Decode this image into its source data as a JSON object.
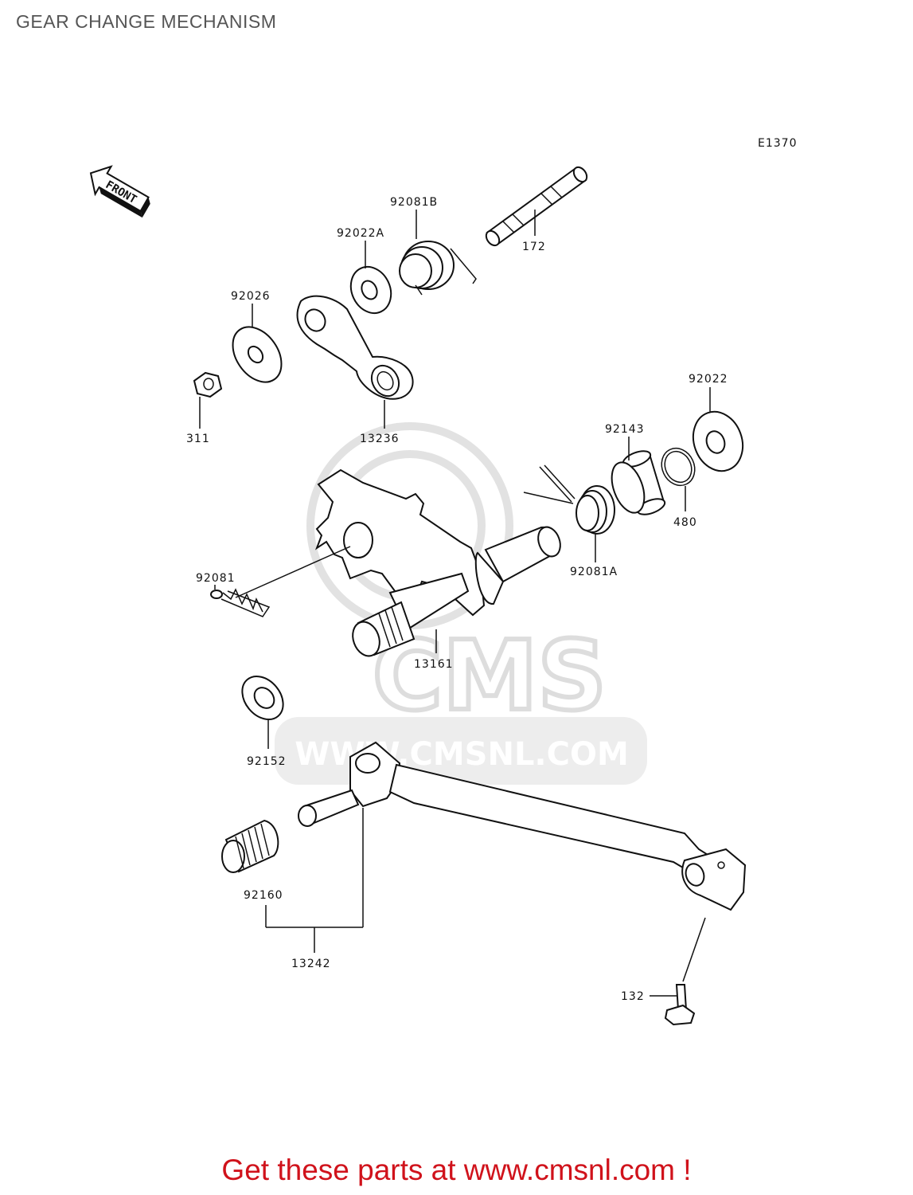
{
  "page": {
    "title": "GEAR CHANGE MECHANISM",
    "cta": "Get these parts at www.cmsnl.com !"
  },
  "diagram": {
    "code": "E1370",
    "front_label": "FRONT",
    "watermark_brand": "CMS",
    "watermark_url": "WWW.CMSNL.COM",
    "parts": {
      "p172": "172",
      "p92081B": "92081B",
      "p92022A": "92022A",
      "p92026": "92026",
      "p311": "311",
      "p13236": "13236",
      "p92022": "92022",
      "p92143": "92143",
      "p480": "480",
      "p92081A": "92081A",
      "p92081": "92081",
      "p13161": "13161",
      "p92152": "92152",
      "p92160": "92160",
      "p13242": "13242",
      "p132": "132"
    }
  },
  "colors": {
    "title": "#555555",
    "cta": "#d0121b",
    "watermark": "#e2e2e2"
  }
}
